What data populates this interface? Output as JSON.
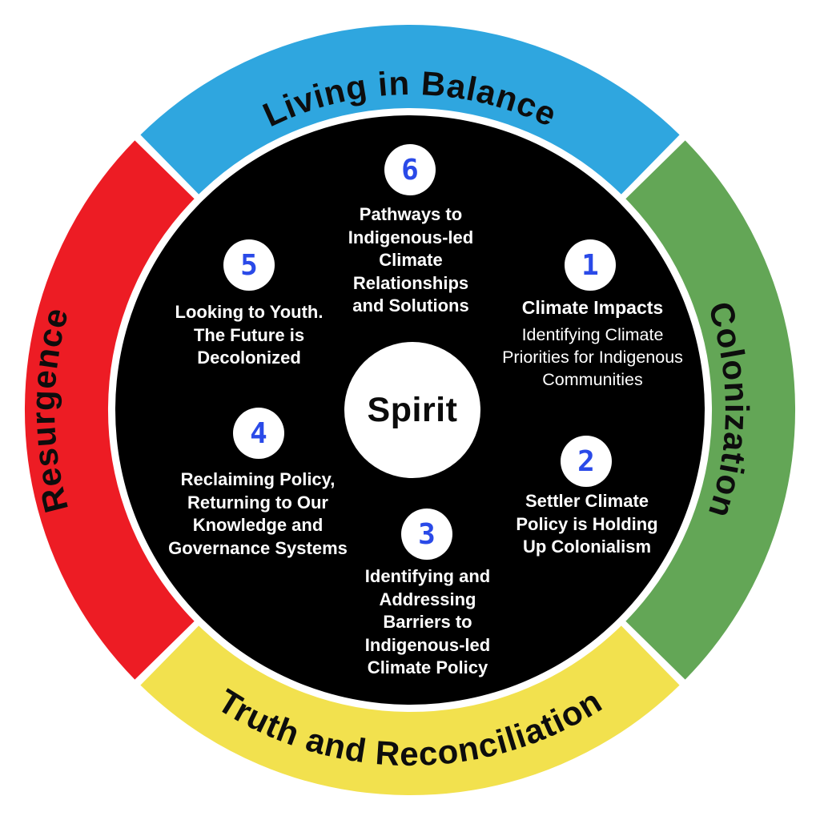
{
  "diagram": {
    "center_label": "Spirit",
    "ring_segments": [
      {
        "position": "top",
        "label": "Living in Balance",
        "color": "#2fa6df"
      },
      {
        "position": "right",
        "label": "Colonization",
        "color": "#63a656"
      },
      {
        "position": "bottom",
        "label": "Truth and Reconciliation",
        "color": "#f2e14e"
      },
      {
        "position": "left",
        "label": "Resurgence",
        "color": "#ed1c24"
      }
    ],
    "items": [
      {
        "number": "1",
        "title": "Climate Impacts",
        "text": "Identifying Climate\nPriorities for Indigenous\nCommunities"
      },
      {
        "number": "2",
        "text": "Settler Climate\nPolicy is Holding\nUp Colonialism"
      },
      {
        "number": "3",
        "text": "Identifying and\nAddressing\nBarriers to\nIndigenous-led\nClimate Policy"
      },
      {
        "number": "4",
        "text": "Reclaiming Policy,\nReturning to Our\nKnowledge and\nGovernance Systems"
      },
      {
        "number": "5",
        "text": "Looking to Youth.\nThe Future is\nDecolonized"
      },
      {
        "number": "6",
        "text": "Pathways to\nIndigenous-led\nClimate\nRelationships\nand Solutions"
      }
    ],
    "colors": {
      "background": "#ffffff",
      "inner_circle": "#000000",
      "number_text": "#2a4ae8",
      "item_text": "#ffffff",
      "arc_label_text": "#0d0d0d",
      "circle_fill": "#ffffff"
    }
  }
}
